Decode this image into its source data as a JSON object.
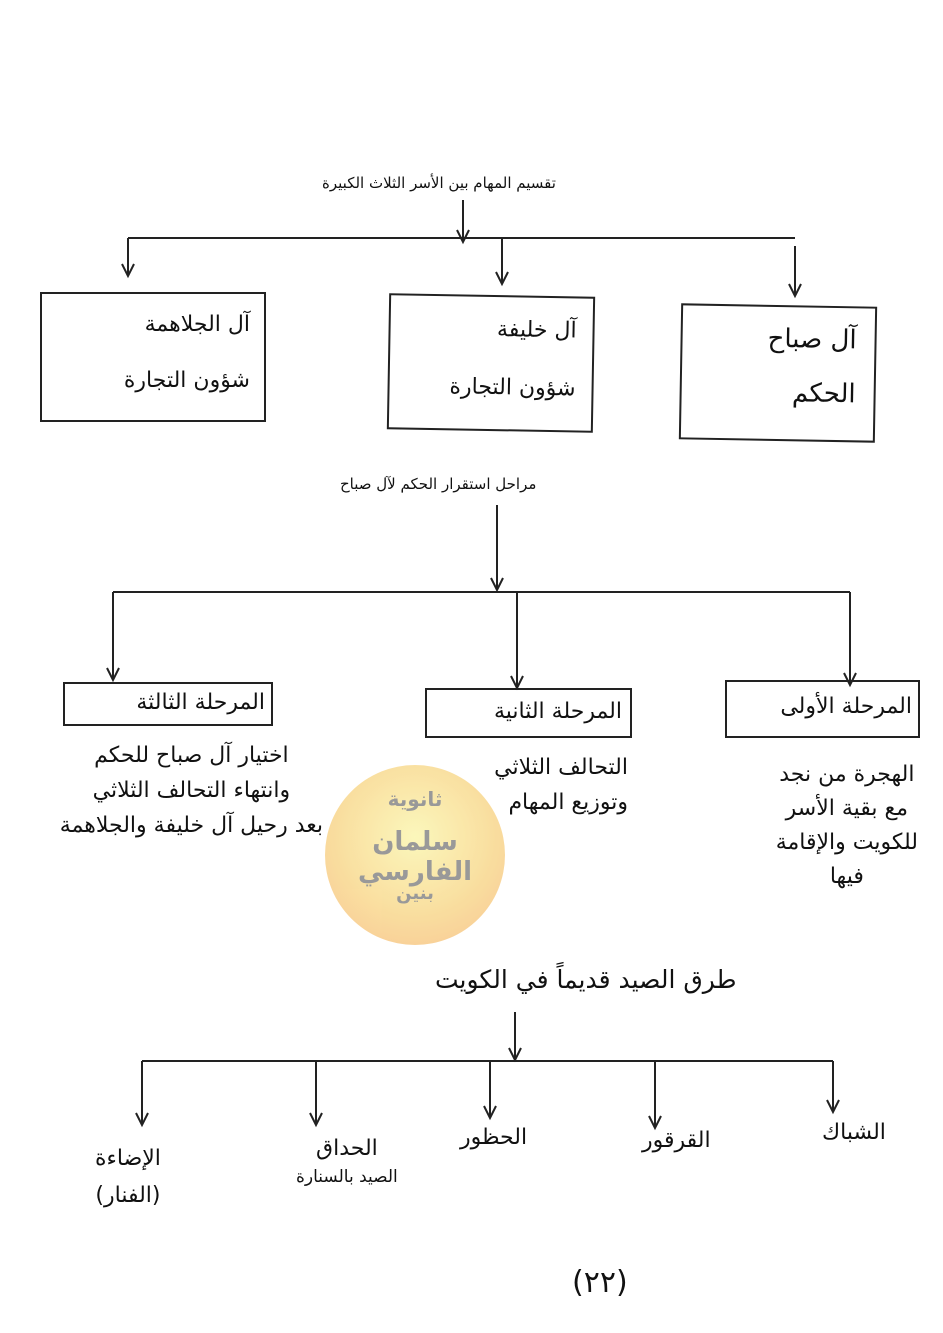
{
  "section1": {
    "title": "تقسيم المهام بين الأسر الثلاث الكبيرة",
    "families": [
      {
        "name": "آل صباح",
        "role": "الحكم"
      },
      {
        "name": "آل خليفة",
        "role": "شؤون التجارة"
      },
      {
        "name": "آل الجلاهمة",
        "role": "شؤون التجارة"
      }
    ]
  },
  "section2": {
    "title": "مراحل استقرار الحكم لآل صباح",
    "stages": [
      {
        "label": "المرحلة الأولى",
        "lines": [
          "الهجرة من نجد",
          "مع بقية الأسر",
          "للكويت والإقامة",
          "فيها"
        ]
      },
      {
        "label": "المرحلة الثانية",
        "lines": [
          "التحالف الثلاثي",
          "وتوزيع المهام"
        ]
      },
      {
        "label": "المرحلة الثالثة",
        "lines": [
          "اختيار آل صباح للحكم",
          "وانتهاء التحالف الثلاثي",
          "بعد رحيل آل خليفة والجلاهمة"
        ]
      }
    ]
  },
  "section3": {
    "title": "طرق الصيد قديماً في الكويت",
    "methods": [
      {
        "name": "الشباك"
      },
      {
        "name": "القرقور"
      },
      {
        "name": "الحظور"
      },
      {
        "name": "الحداق",
        "note": "الصيد بالسنارة"
      },
      {
        "name": "الإضاءة",
        "note": "(الفنار)"
      }
    ]
  },
  "page_number": "(٢٢)",
  "watermark": {
    "line1": "ثانوية",
    "line2": "سلمان الفارسي",
    "line3": "بنين"
  }
}
